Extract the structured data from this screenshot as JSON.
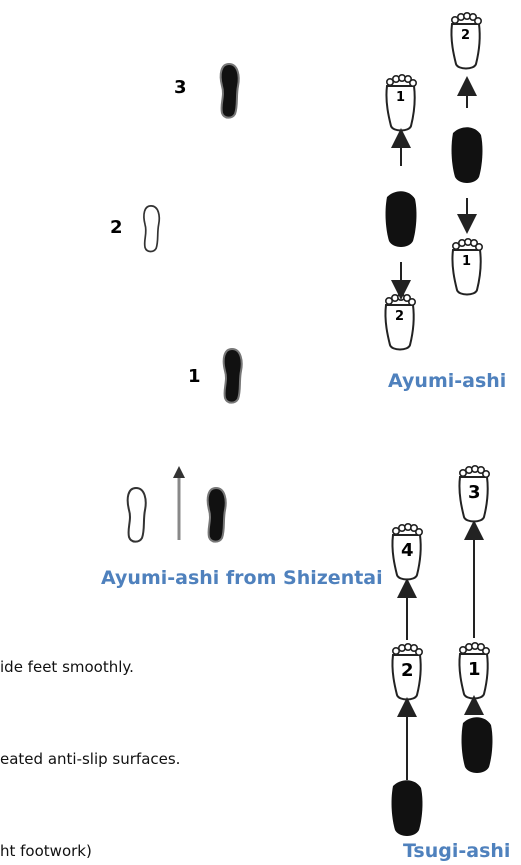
{
  "captions": {
    "ayumi_ashi_shizentai": "Ayumi-ashi from Shizentai",
    "ayumi_ashi": "Ayumi-ashi",
    "tsugi_ashi": "Tsugi-ashi"
  },
  "step_labels": {
    "left_diagram": [
      "1",
      "2",
      "3"
    ],
    "ayumi_ashi": [
      "1",
      "2",
      "2",
      "1"
    ],
    "tsugi_ashi": [
      "1",
      "2",
      "3",
      "4"
    ]
  },
  "body_text": [
    "ide feet smoothly.",
    "eated anti-slip surfaces.",
    "ht footwork)"
  ],
  "colors": {
    "caption": "#4f81bd",
    "foot_dark": "#111111",
    "outline": "#222222"
  }
}
